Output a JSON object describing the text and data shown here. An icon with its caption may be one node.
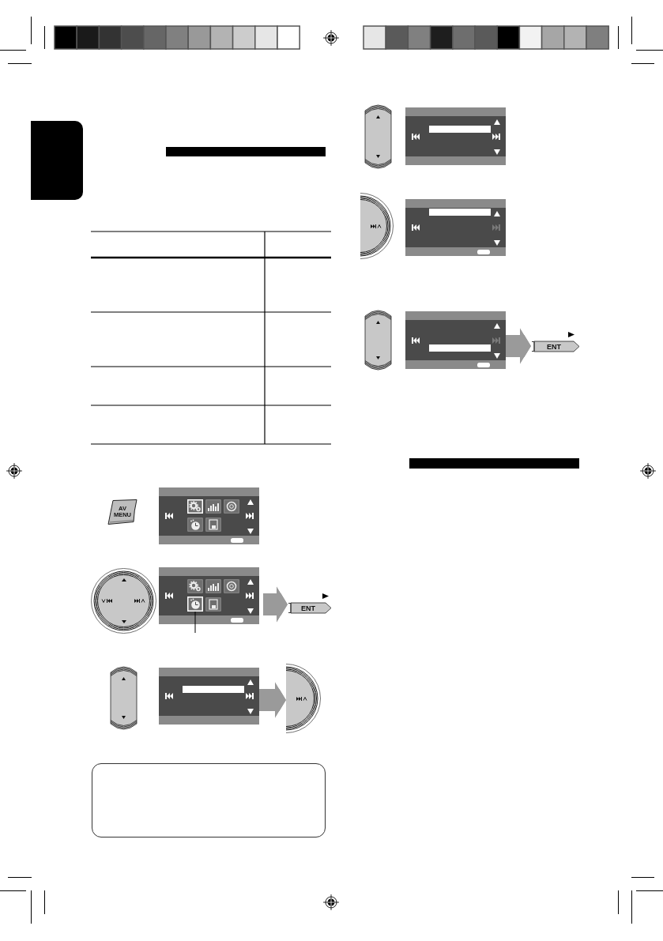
{
  "diagram": {
    "nodes": [
      {
        "text": [],
        "shape": "box"
      },
      {
        "text": [
          "AV MENU"
        ]
      },
      {
        "text": [],
        "shape": "picture"
      },
      {
        "text": [],
        "shape": "picture"
      },
      {
        "text": [],
        "shape": "picture"
      },
      {
        "text": [],
        "shape": "picture",
        "in": 4
      },
      {
        "text": [
          "ENT"
        ]
      },
      {
        "text": [],
        "shape": "picture"
      },
      {
        "text": [],
        "shape": "picture"
      },
      {
        "text": [],
        "shape": "picture"
      },
      {
        "text": [],
        "shape": "box"
      },
      {
        "text": [],
        "shape": "picture"
      },
      {
        "text": [],
        "shape": "picture"
      },
      {
        "text": [],
        "shape": "picture"
      },
      {
        "text": [],
        "shape": "picture"
      },
      {
        "text": [],
        "shape": "picture"
      },
      {
        "text": [],
        "shape": "picture"
      },
      {
        "text": [
          "ENT"
        ]
      }
    ],
    "edges": [
      {
        "from": 4,
        "to": 6,
        "arrow": "to"
      },
      {
        "from": null,
        "to": 5,
        "arrow": "none",
        "color": "#000000"
      },
      {
        "from": 8,
        "to": 9,
        "arrow": "to"
      },
      {
        "from": 16,
        "to": 17,
        "arrow": "to"
      }
    ]
  }
}
